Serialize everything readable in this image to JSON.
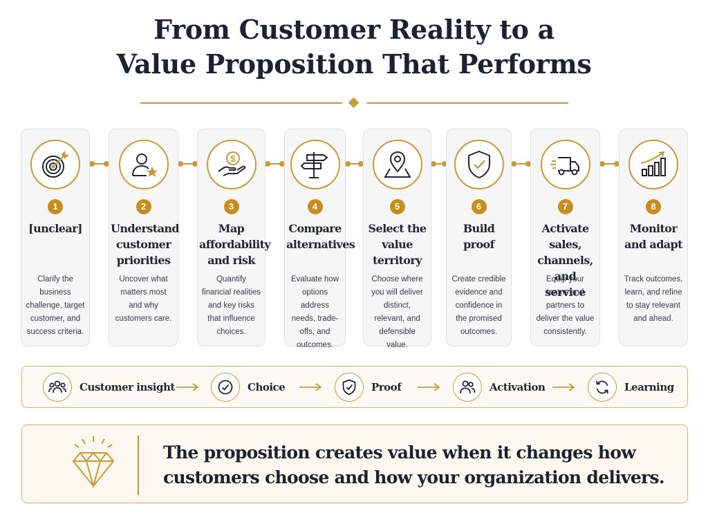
{
  "title": {
    "line1": "From Customer Reality to a",
    "line2": "Value Proposition That Performs"
  },
  "accent_color": "#c89a3c",
  "badge_color": "#c98d1e",
  "steps": [
    {
      "number": "1",
      "icon": "target-icon",
      "heading": "[unclear]",
      "description": "Clarify the business challenge, target customer, and success criteria."
    },
    {
      "number": "2",
      "icon": "user-star-icon",
      "heading": "Understand customer priorities",
      "description": "Uncover what matters most and why customers care."
    },
    {
      "number": "3",
      "icon": "dollar-hand-icon",
      "heading": "Map affordability and risk",
      "description": "Quantify financial realities and key risks that influence choices."
    },
    {
      "number": "4",
      "icon": "signpost-icon",
      "heading": "Compare alternatives",
      "description": "Evaluate how options address needs, trade-offs, and outcomes."
    },
    {
      "number": "5",
      "icon": "map-pin-icon",
      "heading": "Select the value territory",
      "description": "Choose where you will deliver distinct, relevant, and defensible value."
    },
    {
      "number": "6",
      "icon": "shield-check-icon",
      "heading": "Build proof",
      "description": "Create credible evidence and confidence in the promised outcomes."
    },
    {
      "number": "7",
      "icon": "delivery-truck-icon",
      "heading": "Activate sales, channels, and service",
      "description": "Equip your teams and partners to deliver the value consistently."
    },
    {
      "number": "8",
      "icon": "growth-chart-icon",
      "heading": "Monitor and adapt",
      "description": "Track outcomes, learn, and refine to stay relevant and ahead."
    }
  ],
  "flow": [
    {
      "label": "Customer insight",
      "icon": "people-icon"
    },
    {
      "label": "Choice",
      "icon": "check-circle-icon"
    },
    {
      "label": "Proof",
      "icon": "shield-check-icon"
    },
    {
      "label": "Activation",
      "icon": "team-icon"
    },
    {
      "label": "Learning",
      "icon": "refresh-cycle-icon"
    }
  ],
  "callout": {
    "icon": "diamond-icon",
    "line1": "The proposition creates value when it changes how",
    "line2": "customers choose and how your organization delivers."
  }
}
